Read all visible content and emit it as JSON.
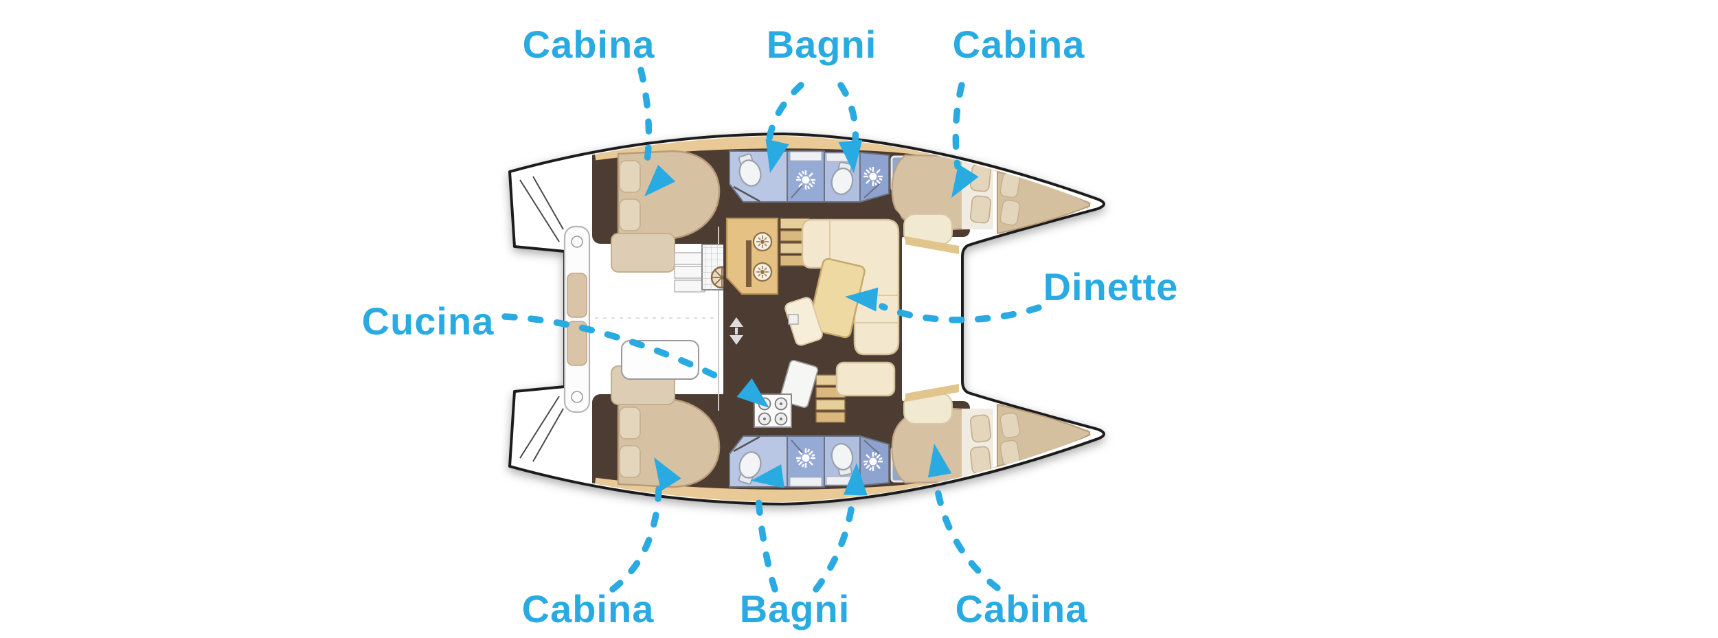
{
  "diagram": {
    "subject": "Catamaran floor plan, top view, with room callouts",
    "labels": {
      "cabina_top_left": "Cabina",
      "bagni_top": "Bagni",
      "cabina_top_right": "Cabina",
      "cucina": "Cucina",
      "dinette": "Dinette",
      "cabina_bottom_left": "Cabina",
      "bagni_bottom": "Bagni",
      "cabina_bottom_right": "Cabina"
    },
    "colors": {
      "accent_cyan": "#29abe2",
      "hull_outline": "#1b1b1b",
      "floor_brown": "#4d3c32",
      "wood_trim": "#e9c995",
      "galley_tan": "#e5c183",
      "bed_tan": "#d6c1a2",
      "pillow_cream": "#e4d6bc",
      "sofa_cream": "#f3e8cd",
      "table_tan": "#eed9a2",
      "bath_blue_light": "#b9c6e4",
      "bath_blue_mid": "#a5b5dc",
      "bath_blue_dark": "#8fa3d0"
    }
  }
}
